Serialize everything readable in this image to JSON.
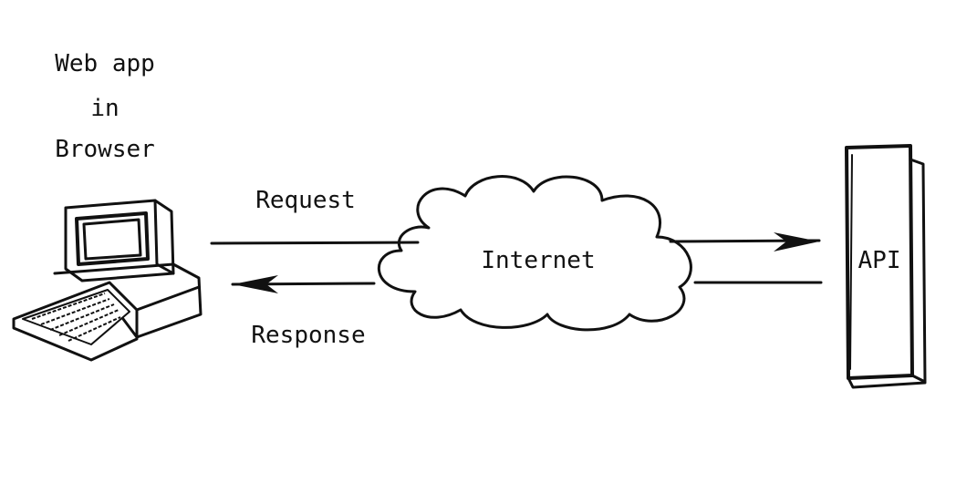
{
  "client": {
    "line1": "Web app",
    "line2": "in",
    "line3": "Browser"
  },
  "request_label": "Request",
  "response_label": "Response",
  "network_label": "Internet",
  "server_label": "API"
}
